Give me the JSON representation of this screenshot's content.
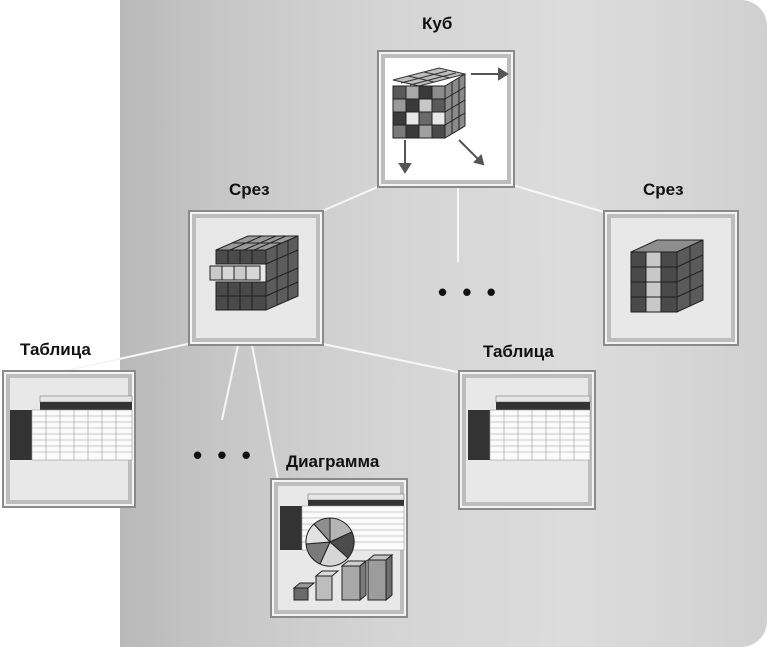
{
  "nodes": {
    "cube": {
      "label": "Куб"
    },
    "slice_left": {
      "label": "Срез"
    },
    "slice_right": {
      "label": "Срез"
    },
    "table_left": {
      "label": "Таблица"
    },
    "table_right": {
      "label": "Таблица"
    },
    "chart": {
      "label": "Диаграмма"
    }
  },
  "ellipsis": "• • •",
  "colors": {
    "background_panel": "#cfcfcf",
    "frame_border": "#8a8a8a",
    "cube_dark": "#3a3a3a",
    "cube_mid": "#6c6c6c",
    "cube_light": "#bfbfbf",
    "connector_line": "#ffffff"
  }
}
